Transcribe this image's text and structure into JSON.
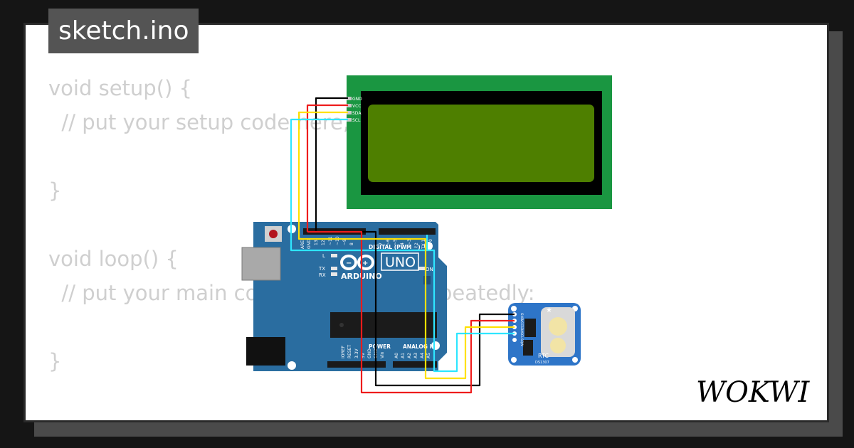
{
  "tab": {
    "filename": "sketch.ino"
  },
  "code": {
    "lines": [
      "void setup() {",
      "  // put your setup code here, to run once:",
      "",
      "}",
      "",
      "void loop() {",
      "  // put your main code here, to run repeatedly:",
      "",
      "}"
    ]
  },
  "lcd": {
    "pins": [
      "GND",
      "VCC",
      "SDA",
      "SCL"
    ],
    "colors": {
      "board": "#1a9641",
      "bezel": "#000000",
      "screen": "#4e7f00"
    }
  },
  "arduino": {
    "reset_label": "",
    "brand": "ARDUINO",
    "model": "UNO",
    "digital_label": "DIGITAL (PWM ~)",
    "top_pins": [
      "AREF",
      "GND",
      "13",
      "12",
      "~11",
      "~10",
      "~9",
      "8",
      "7",
      "~6",
      "~5",
      "4",
      "~3",
      "2",
      "TX 1",
      "RX 0"
    ],
    "led_labels": [
      "L",
      "TX",
      "RX"
    ],
    "on_label": "ON",
    "power_label": "POWER",
    "analog_label": "ANALOG IN",
    "bottom_pins": [
      "IOREF",
      "RESET",
      "3.3V",
      "5V",
      "GND",
      "GND",
      "Vin",
      "A0",
      "A1",
      "A2",
      "A3",
      "A4",
      "A5"
    ],
    "colors": {
      "board": "#2a6da0",
      "dark": "#1f4f78"
    }
  },
  "rtc": {
    "label": "RTC",
    "chip": "DS1307",
    "pins": [
      "GND",
      "VCC",
      "SDA",
      "SCL",
      "SQW"
    ],
    "colors": {
      "board": "#2e75c8"
    }
  },
  "wires": {
    "colors": {
      "gnd": "#000000",
      "vcc": "#ee1c1c",
      "sda": "#ffe100",
      "scl": "#2ee6ff"
    }
  },
  "logo": {
    "text": "WOKWI"
  }
}
